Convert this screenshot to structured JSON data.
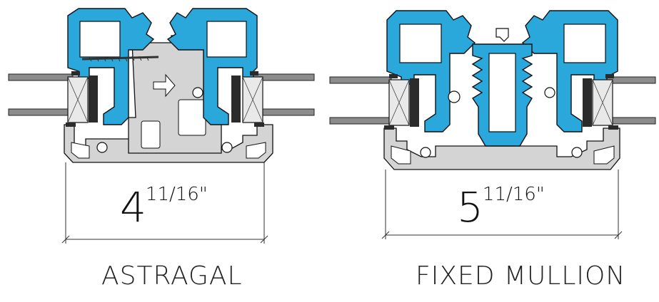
{
  "diagrams": [
    {
      "caption": "ASTRAGAL",
      "dimension": {
        "whole": "4",
        "fraction": "11/16\""
      }
    },
    {
      "caption": "FIXED MULLION",
      "dimension": {
        "whole": "5",
        "fraction": "11/16\""
      }
    }
  ],
  "colors": {
    "profile_blue": "#2aa8dc",
    "profile_blue_stroke": "#111111",
    "frame_grey": "#d4d4d4",
    "glass_grey": "#8c8c8c",
    "gasket_black": "#2b2b2b",
    "spacer_fill": "#e9e9e9"
  }
}
